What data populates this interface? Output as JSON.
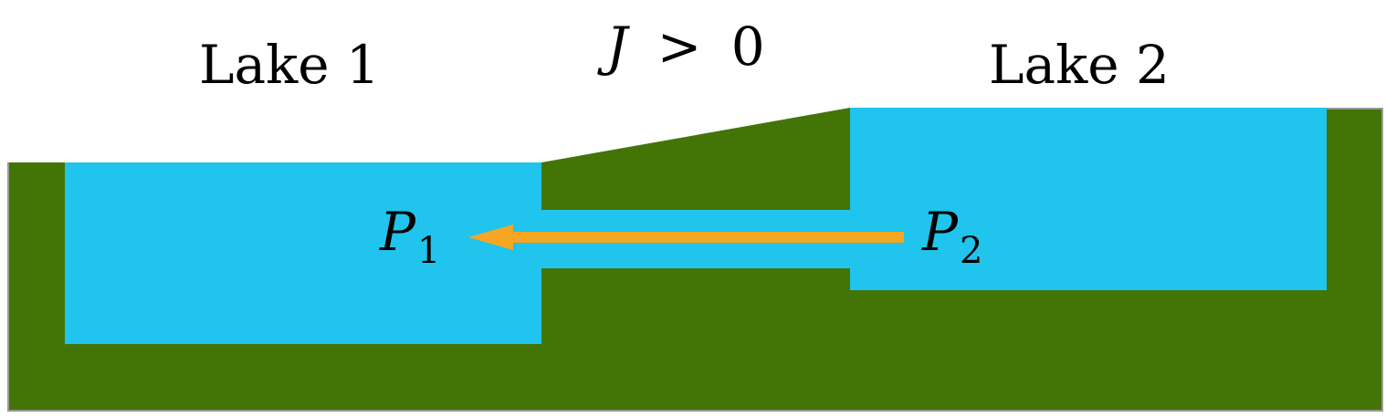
{
  "labels": {
    "lake1": "Lake 1",
    "lake2": "Lake 2",
    "flux_symbol": "J",
    "flux_relation": ">",
    "flux_value": "0",
    "p1_symbol": "P",
    "p1_subscript": "1",
    "p2_symbol": "P",
    "p2_subscript": "2"
  },
  "colors": {
    "ground": "#427506",
    "water": "#20C4EC",
    "arrow": "#F5A623",
    "frame": "#999999",
    "text": "#000000"
  },
  "arrow": {
    "direction": "from P2 to P1 (right to left)"
  }
}
